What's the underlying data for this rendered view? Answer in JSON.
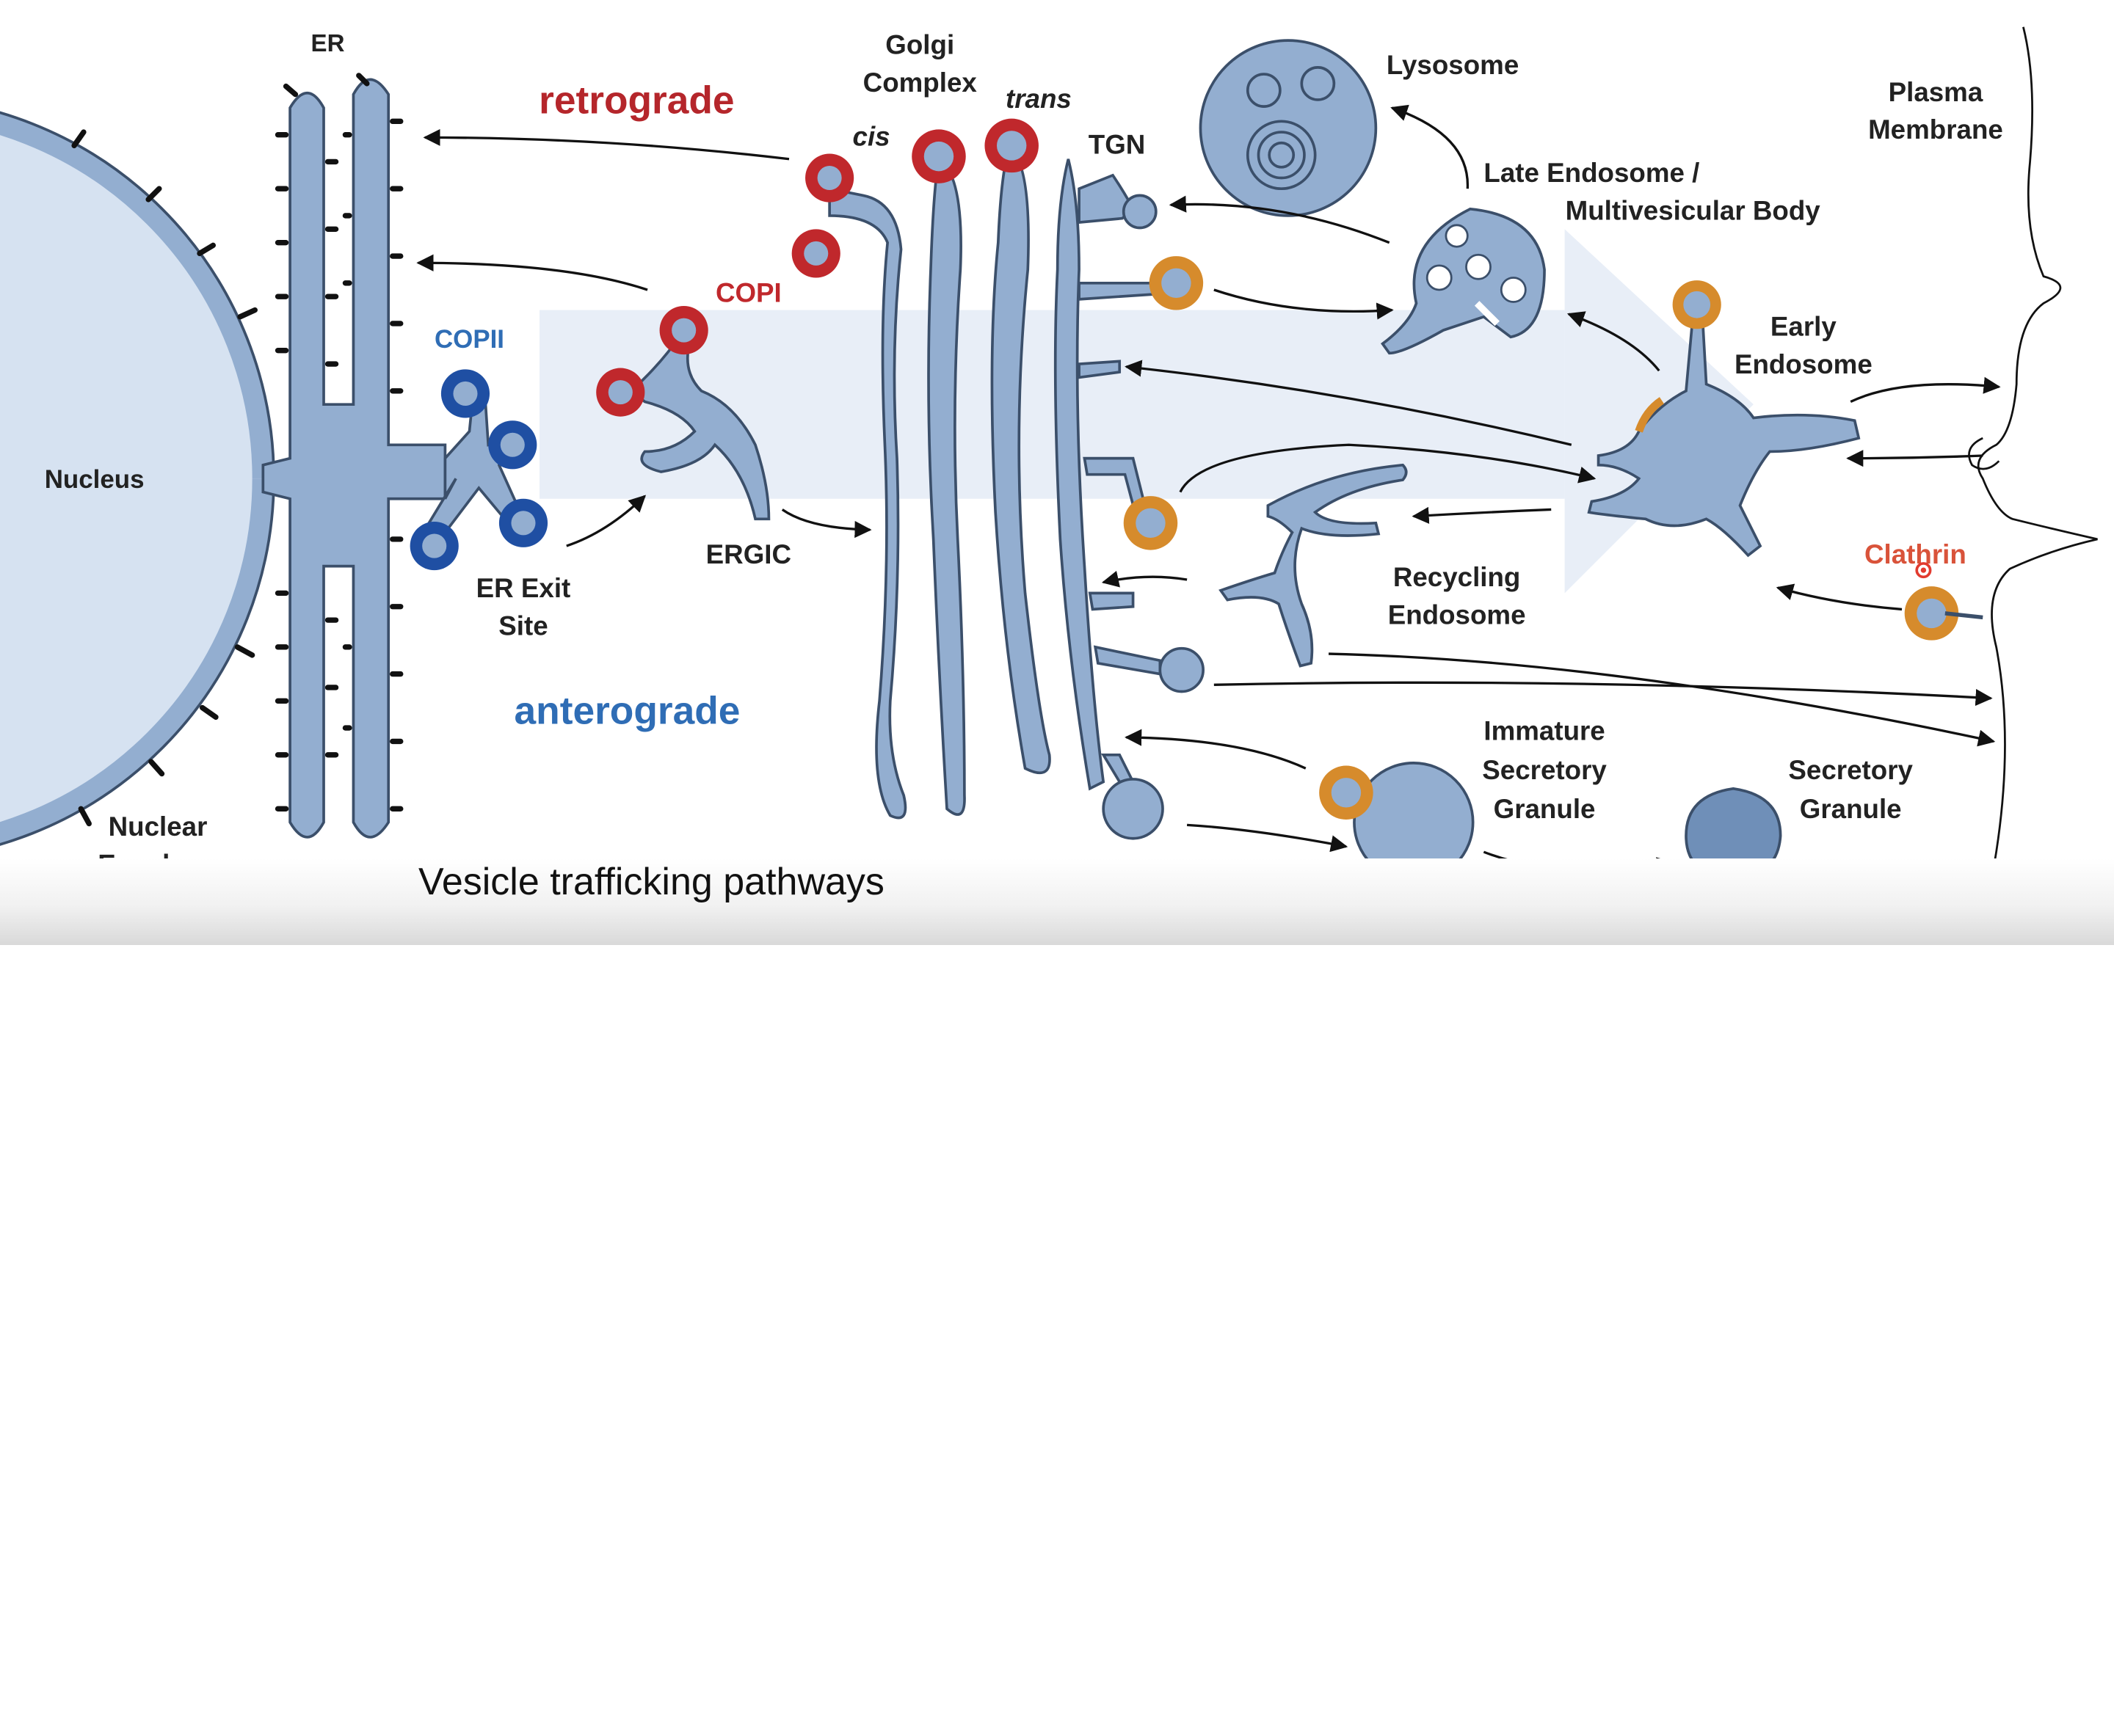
{
  "caption": "Vesicle trafficking pathways",
  "labels": {
    "er": "ER",
    "nucleus": "Nucleus",
    "nuclear_envelope_line1": "Nuclear",
    "nuclear_envelope_line2": "Envelope",
    "copii": "COPII",
    "er_exit_line1": "ER Exit",
    "er_exit_line2": "Site",
    "copi": "COPI",
    "ergic": "ERGIC",
    "golgi_line1": "Golgi",
    "golgi_line2": "Complex",
    "cis": "cis",
    "trans": "trans",
    "tgn": "TGN",
    "lysosome": "Lysosome",
    "late_endosome_line1": "Late Endosome /",
    "late_endosome_line2": "Multivesicular Body",
    "plasma_line1": "Plasma",
    "plasma_line2": "Membrane",
    "early_line1": "Early",
    "early_line2": "Endosome",
    "recycling_line1": "Recycling",
    "recycling_line2": "Endosome",
    "clathrin": "Clathrin",
    "immature_line1": "Immature",
    "immature_line2": "Secretory",
    "immature_line3": "Granule",
    "secretory_line1": "Secretory",
    "secretory_line2": "Granule",
    "retrograde": "retrograde",
    "anterograde": "anterograde"
  },
  "colors": {
    "organelle_fill": "#93aed0",
    "organelle_stroke": "#3b4f6a",
    "nucleus_fill": "#d6e2f1",
    "copii_coat": "#1f4fa3",
    "copi_coat": "#c0282c",
    "clathrin_coat": "#d68b2c",
    "retrograde_text": "#b5262b",
    "anterograde_text": "#2f6db5",
    "clathrin_text": "#d9533a",
    "pathway_band": "#e6edf7"
  }
}
